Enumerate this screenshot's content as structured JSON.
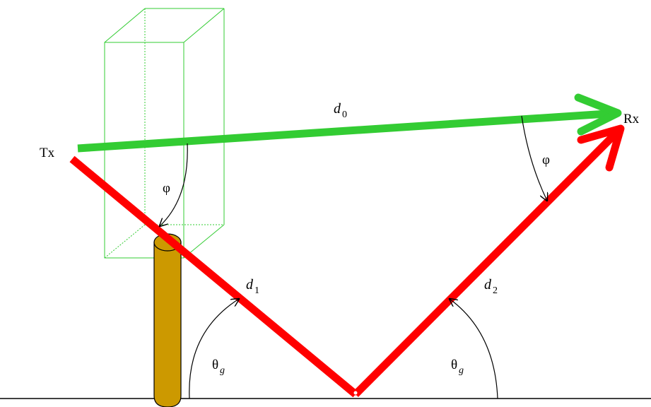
{
  "labels": {
    "tx": "Tx",
    "rx": "Rx",
    "d0_base": "d",
    "d0_sub": "0",
    "d1_base": "d",
    "d1_sub": "1",
    "d2_base": "d",
    "d2_sub": "2",
    "phi_left": "φ",
    "phi_right": "φ",
    "theta_left_base": "θ",
    "theta_left_sub": "g",
    "theta_right_base": "θ",
    "theta_right_sub": "g"
  },
  "colors": {
    "direct_ray": "#33cc33",
    "reflected_ray": "#ff0000",
    "pole": "#cc9900",
    "box": "#33cc33",
    "ground": "#000000"
  }
}
